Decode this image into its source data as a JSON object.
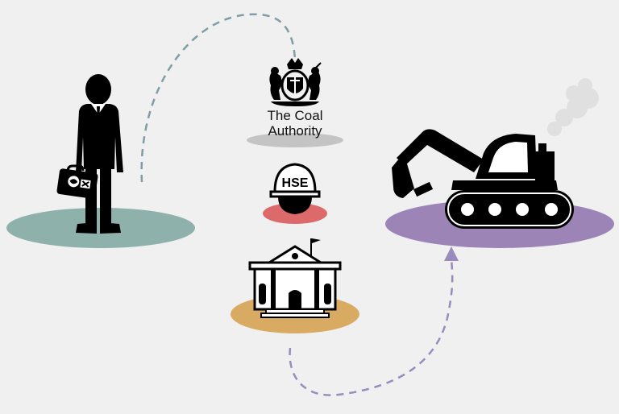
{
  "colors": {
    "background": "#f0f0f0",
    "person_platform": "#8fb1ac",
    "coal_platform": "#c4c4c4",
    "hse_platform": "#dd6a6a",
    "council_platform": "#d8aa62",
    "machine_platform": "#9c84b6",
    "top_arrow": "#7f9da6",
    "bottom_arrow": "#9a8bbd",
    "figure": "#000000"
  },
  "icons": {
    "person": "businessman-icon",
    "briefcase": "briefcase-icon",
    "crest": "royal-coat-of-arms-icon",
    "helmet": "hard-hat-icon",
    "building": "public-building-icon",
    "flag": "flag-icon",
    "excavator": "excavator-icon",
    "smoke": "smoke-icon"
  },
  "coal_authority": {
    "line1": "The Coal",
    "line2": "Authority"
  },
  "hse": {
    "label": "HSE"
  }
}
